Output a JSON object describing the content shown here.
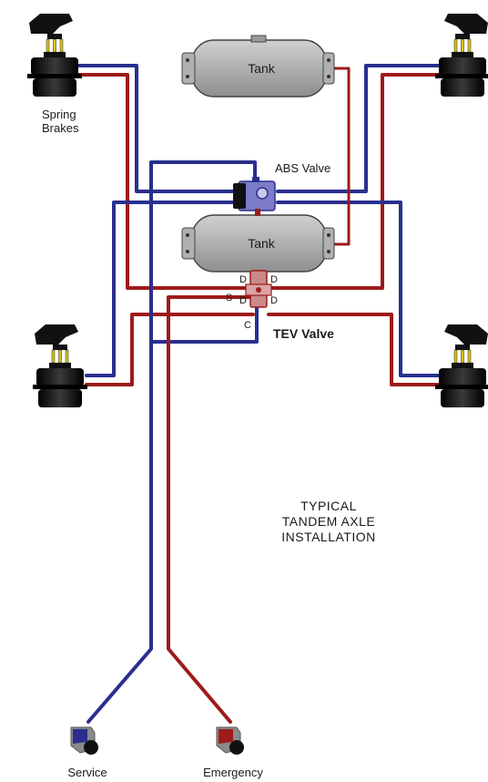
{
  "labels": {
    "tank_upper": "Tank",
    "tank_lower": "Tank",
    "spring_brakes_line1": "Spring",
    "spring_brakes_line2": "Brakes",
    "abs_valve": "ABS Valve",
    "tev_valve": "TEV Valve",
    "port_d1": "D",
    "port_d2": "D",
    "port_d3": "D",
    "port_d4": "D",
    "port_s": "S",
    "port_c": "C",
    "title_line1": "TYPICAL",
    "title_line2": "TANDEM AXLE",
    "title_line3": "INSTALLATION",
    "service": "Service",
    "emergency": "Emergency"
  },
  "colors": {
    "service_line": "#2a2f8f",
    "emergency_line": "#9e1b1b",
    "tank_fill": "#a8a8a8",
    "chamber": "#111111",
    "bracket_pin": "#d9c21f"
  }
}
